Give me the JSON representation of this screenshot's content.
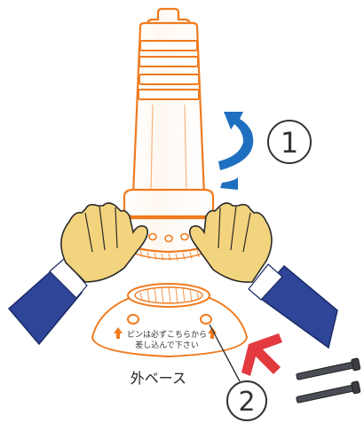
{
  "labels": {
    "step1": "1",
    "step2": "2",
    "base_name": "外ベース",
    "pin_note_line1": "ピンは必ずこちらから",
    "pin_note_line2": "差し込んで下さい"
  },
  "colors": {
    "orange": "#f07a1e",
    "blue_arrow": "#1f6fc0",
    "red_arrow": "#e23a3f",
    "glove": "#f3d47e",
    "sleeve": "#2e4598",
    "pin": "#4a4d55"
  },
  "icons": [
    "rotate-arrow-icon",
    "insert-arrow-icon",
    "up-arrow-icon",
    "hand-icon",
    "pin-icon"
  ]
}
